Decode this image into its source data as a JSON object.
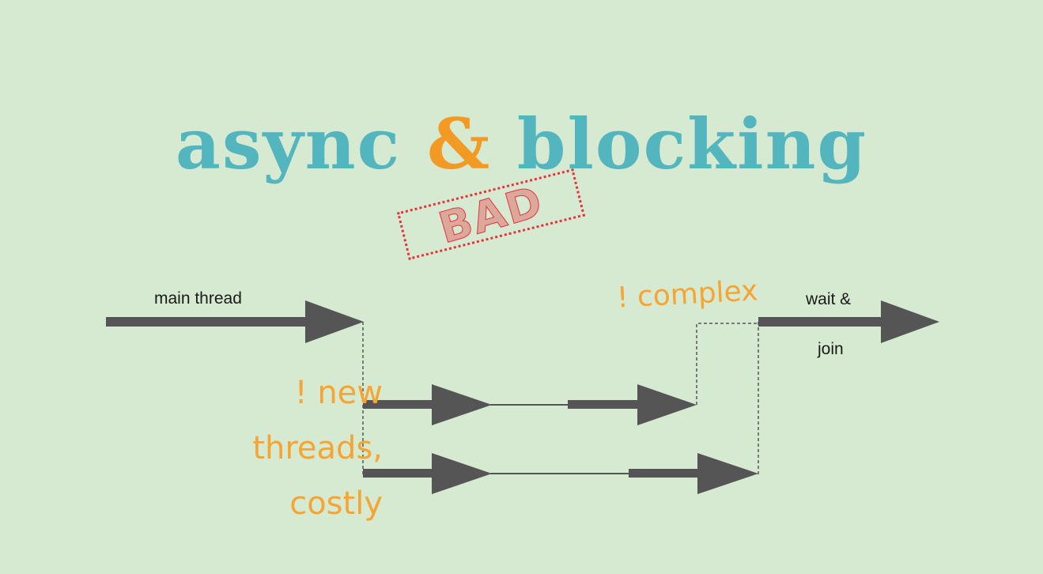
{
  "colors": {
    "background": "#d6e9d1",
    "title": "#53b5bd",
    "ampersand": "#f39a25",
    "stamp": "#e8313a",
    "notes": "#f5a533",
    "arrows": "#555555"
  },
  "title": {
    "word1": "async",
    "ampersand": "&",
    "word2": "blocking"
  },
  "stamp": {
    "text": "BAD"
  },
  "labels": {
    "main_thread": "main thread",
    "wait_join_line1": "wait &",
    "wait_join_line2": "join"
  },
  "notes": {
    "new_threads": [
      "! new",
      "threads,",
      "costly"
    ],
    "complex": "! complex"
  }
}
